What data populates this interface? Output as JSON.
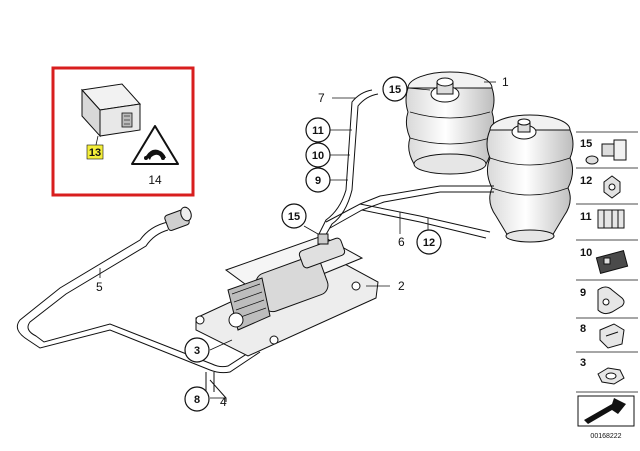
{
  "colors": {
    "highlight_box": "#d81e1e",
    "label_highlight": "#f4ee3a",
    "line": "#111111",
    "part_fill": "#f4f4f4",
    "part_shade": "#d0d0d0"
  },
  "inset": {
    "highlighted_label": "13",
    "warning_label": "14"
  },
  "callouts": {
    "c1": "1",
    "c15a": "15",
    "c7": "7",
    "c11": "11",
    "c10": "10",
    "c9": "9",
    "c15b": "15",
    "c6": "6",
    "c12": "12",
    "c2": "2",
    "c5": "5",
    "c3": "3",
    "c8": "8",
    "c4": "4"
  },
  "legend": [
    {
      "label": "15",
      "icon": "fitting-icon"
    },
    {
      "label": "12",
      "icon": "hex-nipple-icon"
    },
    {
      "label": "11",
      "icon": "connector-icon"
    },
    {
      "label": "10",
      "icon": "plug-icon"
    },
    {
      "label": "9",
      "icon": "bracket-icon"
    },
    {
      "label": "8",
      "icon": "clip-icon"
    },
    {
      "label": "3",
      "icon": "hex-nut-icon"
    },
    {
      "label": "",
      "icon": "arrow-icon"
    }
  ],
  "footer": {
    "code": "00168222"
  }
}
